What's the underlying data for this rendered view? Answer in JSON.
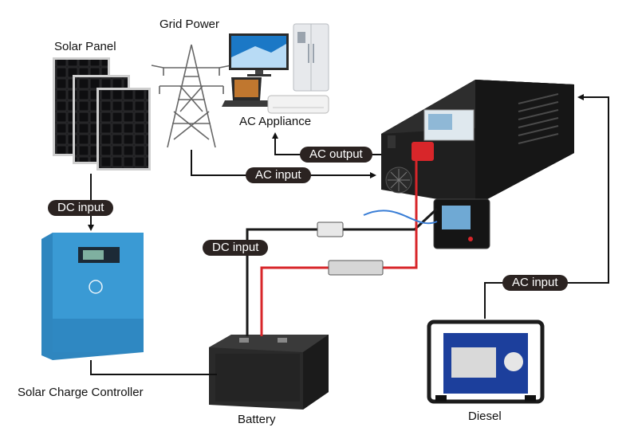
{
  "labels": {
    "solar_panel": "Solar Panel",
    "grid_power": "Grid Power",
    "ac_appliance": "AC Appliance",
    "solar_charge_controller": "Solar Charge Controller",
    "battery": "Battery",
    "diesel": "Diesel"
  },
  "flows": {
    "ac_output": "AC output",
    "ac_input_grid": "AC input",
    "dc_input_solar": "DC input",
    "dc_input_battery": "DC input",
    "ac_input_diesel": "AC input"
  },
  "colors": {
    "pill": "#2b2321",
    "dc_positive_wire": "#d8262a",
    "dc_negative_wire": "#1a1a1a",
    "controller_body": "#3a9ad4",
    "inverter_body": "#1f1f1f",
    "generator_frame": "#1c3f9c"
  }
}
